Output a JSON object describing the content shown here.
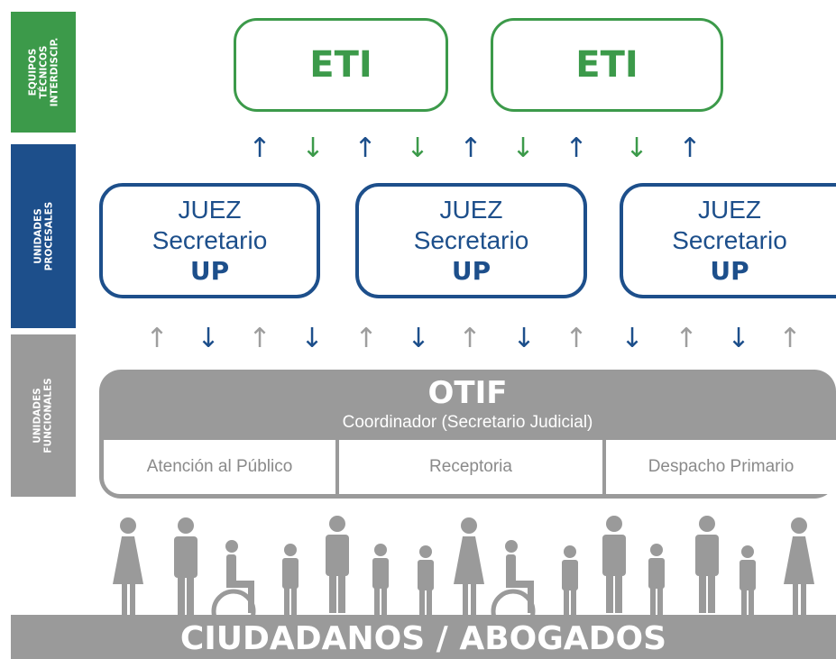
{
  "colors": {
    "green": "#3c9a4a",
    "blue": "#1d4f8b",
    "gray": "#9a9a9a",
    "light_gray": "#9e9e9e"
  },
  "side_labels": {
    "equipos": "EQUIPOS\nTÉCNICOS\nINTERDISCIP.",
    "unidades_procesales": "UNIDADES\nPROCESALES",
    "unidades_funcionales": "UNIDADES\nFUNCIONALES"
  },
  "eti_boxes": [
    {
      "label": "ETI"
    },
    {
      "label": "ETI"
    }
  ],
  "up_boxes": [
    {
      "juez": "JUEZ",
      "secretario": "Secretario",
      "up": "UP"
    },
    {
      "juez": "JUEZ",
      "secretario": "Secretario",
      "up": "UP"
    },
    {
      "juez": "JUEZ",
      "secretario": "Secretario",
      "up": "UP"
    }
  ],
  "arrows": {
    "up": "↑",
    "down": "↓"
  },
  "otif": {
    "title": "OTIF",
    "subtitle": "Coordinador (Secretario Judicial)",
    "sections": [
      "Atención al Público",
      "Receptoria",
      "Despacho Primario"
    ]
  },
  "footer": {
    "label": "CIUDADANOS / ABOGADOS"
  },
  "icons": {
    "people": "person-figures-icon",
    "wheelchair": "wheelchair-icon"
  }
}
